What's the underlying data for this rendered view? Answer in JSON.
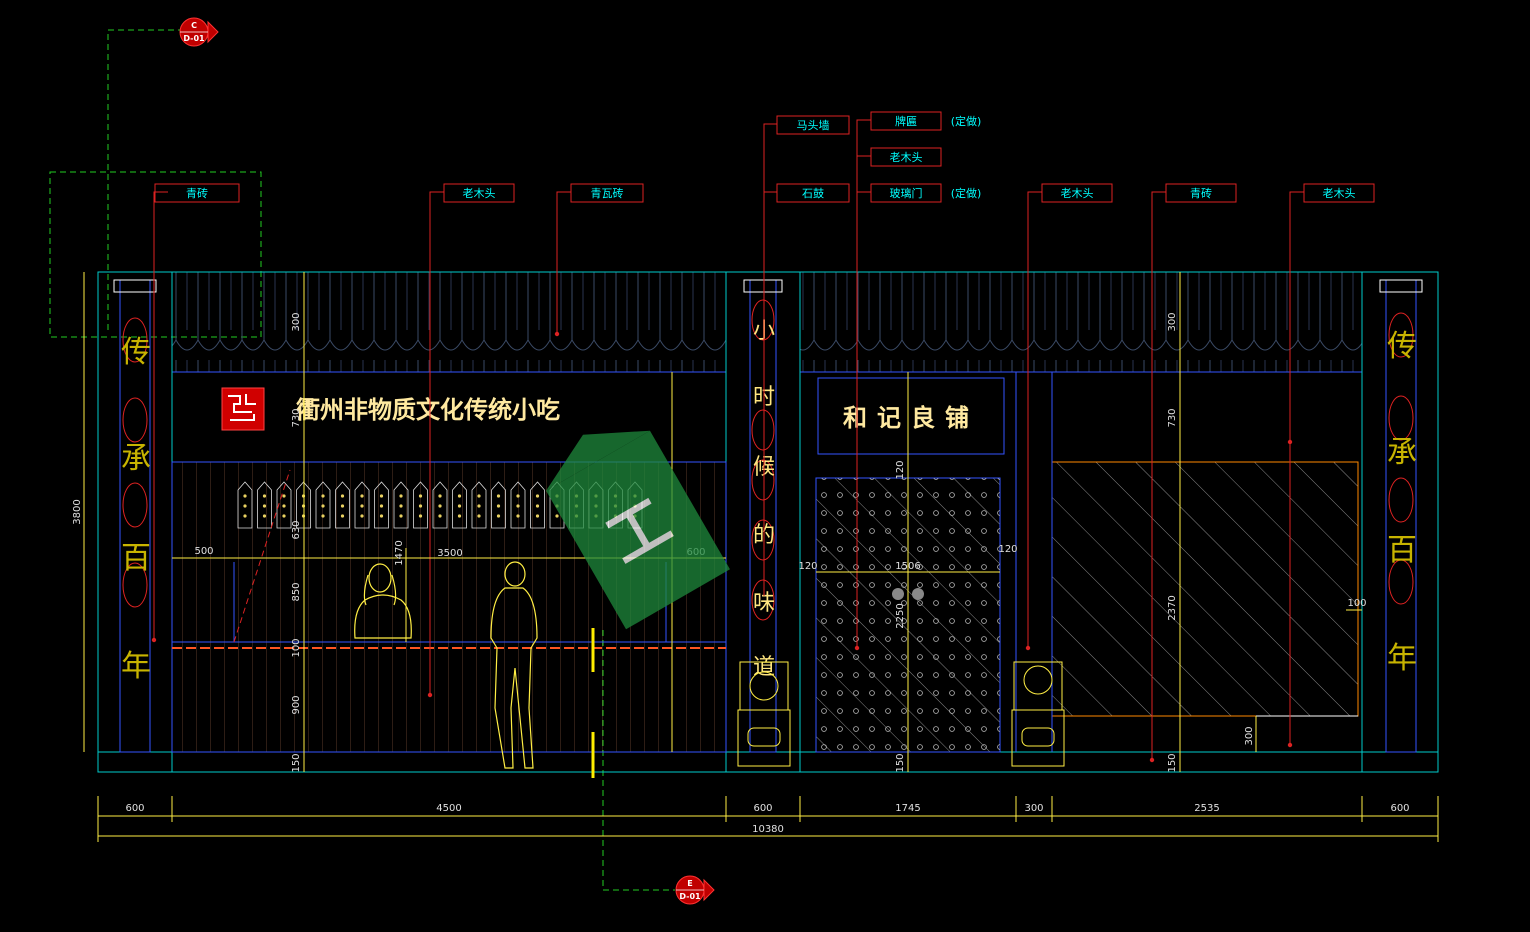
{
  "labels": {
    "qingzhuan_left": "青砖",
    "laomutou_1": "老木头",
    "qingwazhuan": "青瓦砖",
    "matouqiang": "马头墙",
    "shigu": "石鼓",
    "paibian": "牌匾",
    "dingzuo_1": "(定做)",
    "laomutou_2": "老木头",
    "bolimen": "玻璃门",
    "dingzuo_2": "(定做)",
    "laomutou_3": "老木头",
    "qingzhuan_right": "青砖",
    "laomutou_4": "老木头"
  },
  "signs": {
    "main_sign": "衢州非物质文化传统小吃",
    "shop_sign": "和记良铺",
    "pillar_text": [
      "小",
      "时",
      "候",
      "的",
      "味",
      "道"
    ],
    "couplet_left": [
      "传",
      "承",
      "百",
      "年"
    ],
    "couplet_right": [
      "传",
      "承",
      "百",
      "年"
    ]
  },
  "section_marks": {
    "top": {
      "letter": "C",
      "sheet": "D-01"
    },
    "bottom": {
      "letter": "E",
      "sheet": "D-01"
    }
  },
  "dimensions": {
    "bottom_row": [
      "600",
      "4500",
      "600",
      "1745",
      "300",
      "2535",
      "600"
    ],
    "total": "10380",
    "overall_height": "3800",
    "left_vertical": [
      "300",
      "730",
      "630",
      "850",
      "100",
      "900",
      "150"
    ],
    "counter_widths": [
      "500",
      "3500",
      "600"
    ],
    "counter_height": "1470",
    "door_vertical": [
      "120",
      "2250",
      "150"
    ],
    "door_widths": [
      "120",
      "1506",
      "120"
    ],
    "right_vertical": [
      "300",
      "730",
      "2370",
      "150",
      "300"
    ],
    "right_small": "100"
  },
  "watermark": "工"
}
